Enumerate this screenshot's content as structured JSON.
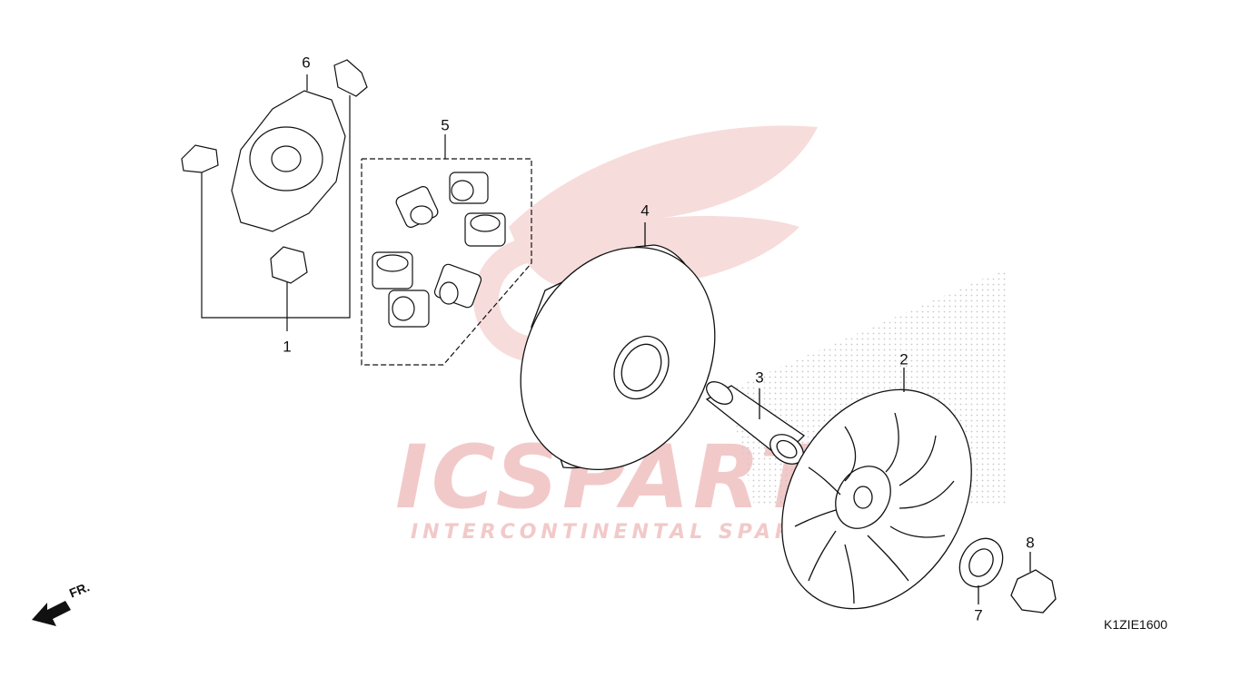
{
  "diagram": {
    "drawing_code": "K1ZIE1600",
    "direction_label": "FR.",
    "watermark": {
      "logo": "ICSPARTS",
      "tagline": "INTERCONTINENTAL SPARE PARTS"
    },
    "callouts": [
      {
        "id": "1",
        "label": "1"
      },
      {
        "id": "2",
        "label": "2"
      },
      {
        "id": "3",
        "label": "3"
      },
      {
        "id": "4",
        "label": "4"
      },
      {
        "id": "5",
        "label": "5"
      },
      {
        "id": "6",
        "label": "6"
      },
      {
        "id": "7",
        "label": "7"
      },
      {
        "id": "8",
        "label": "8"
      }
    ]
  },
  "colors": {
    "line": "#111111",
    "watermark": "#f2c9c9",
    "stipple": "#c8c8c8"
  }
}
